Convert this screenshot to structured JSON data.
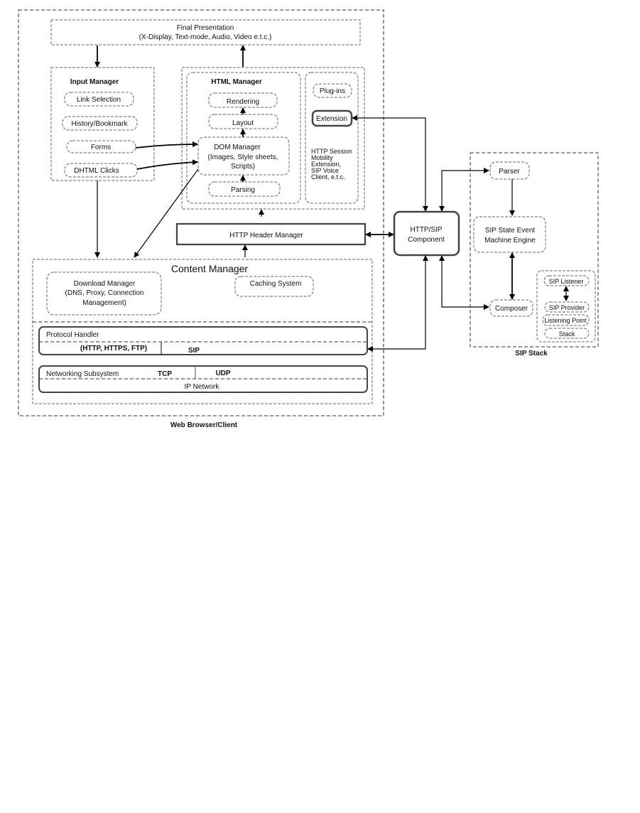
{
  "web_browser": {
    "label": "Web Browser/Client",
    "final_presentation": {
      "title": "Final Presentation",
      "subtitle": "(X-Display, Text-mode, Audio, Video e.t.c.)"
    },
    "input_manager": {
      "title": "Input Manager",
      "items": [
        "Link Selection",
        "History/Bookmark",
        "Forms",
        "DHTML Clicks"
      ]
    },
    "html_manager": {
      "title": "HTML Manager",
      "rendering": "Rendering",
      "layout": "Layout",
      "dom_manager": [
        "DOM Manager",
        "(Images, Style sheets,",
        "Scripts)"
      ],
      "parsing": "Parsing"
    },
    "extensions": {
      "plugins": "Plug-ins",
      "extension": "Extension",
      "note": [
        "HTTP Session",
        "Mobility",
        "Extension,",
        "SIP Voice",
        "Client, e.t.c."
      ]
    },
    "http_header_manager": "HTTP Header Manager",
    "content_manager": {
      "title": "Content Manager",
      "download_manager": [
        "Download Manager",
        "(DNS, Proxy, Connection",
        "Management)"
      ],
      "caching": "Caching System"
    },
    "protocol_handler": {
      "title": "Protocol Handler",
      "http": "(HTTP, HTTPS, FTP)",
      "sip": "SIP"
    },
    "networking": {
      "title": "Networking Subsystem",
      "tcp": "TCP",
      "udp": "UDP",
      "ip": "IP Network"
    }
  },
  "http_sip_component": [
    "HTTP/SIP",
    "Component"
  ],
  "sip_stack": {
    "label": "SIP Stack",
    "parser": "Parser",
    "state_engine": [
      "SIP State Event",
      "Machine Engine"
    ],
    "composer": "Composer",
    "listener": "SIP Listener",
    "provider": "SIP Provider",
    "listening_point": "Listening Point",
    "stack": "Stack"
  }
}
